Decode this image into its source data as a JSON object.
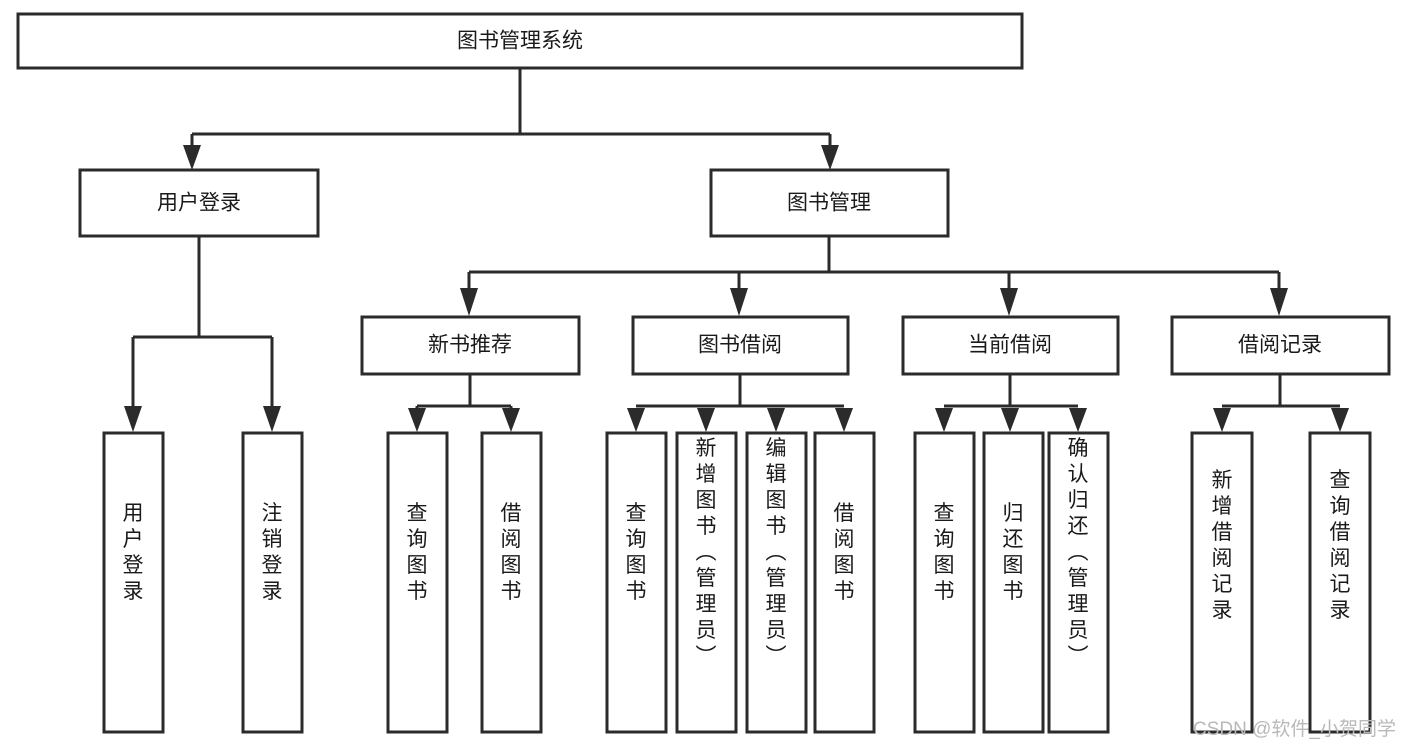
{
  "diagram": {
    "title": "图书管理系统",
    "type": "tree-hierarchy",
    "root": {
      "label": "图书管理系统"
    },
    "level2": [
      {
        "id": "user-login",
        "label": "用户登录"
      },
      {
        "id": "book-manage",
        "label": "图书管理"
      }
    ],
    "level3": [
      {
        "id": "new-book-recommend",
        "label": "新书推荐",
        "parent": "book-manage"
      },
      {
        "id": "book-borrow",
        "label": "图书借阅",
        "parent": "book-manage"
      },
      {
        "id": "current-borrow",
        "label": "当前借阅",
        "parent": "book-manage"
      },
      {
        "id": "borrow-record",
        "label": "借阅记录",
        "parent": "book-manage"
      }
    ],
    "leaves": [
      {
        "id": "leaf-user-login",
        "label": "用户登录",
        "parent": "user-login"
      },
      {
        "id": "leaf-user-logout",
        "label": "注销登录",
        "parent": "user-login"
      },
      {
        "id": "leaf-query-book-1",
        "label": "查询图书",
        "parent": "new-book-recommend"
      },
      {
        "id": "leaf-borrow-book-1",
        "label": "借阅图书",
        "parent": "new-book-recommend"
      },
      {
        "id": "leaf-query-book-2",
        "label": "查询图书",
        "parent": "book-borrow"
      },
      {
        "id": "leaf-add-book",
        "label": "新增图书（管理员）",
        "parent": "book-borrow"
      },
      {
        "id": "leaf-edit-book",
        "label": "编辑图书（管理员）",
        "parent": "book-borrow"
      },
      {
        "id": "leaf-borrow-book-2",
        "label": "借阅图书",
        "parent": "book-borrow"
      },
      {
        "id": "leaf-query-book-3",
        "label": "查询图书",
        "parent": "current-borrow"
      },
      {
        "id": "leaf-return-book",
        "label": "归还图书",
        "parent": "current-borrow"
      },
      {
        "id": "leaf-confirm-return",
        "label": "确认归还（管理员）",
        "parent": "current-borrow"
      },
      {
        "id": "leaf-add-record",
        "label": "新增借阅记录",
        "parent": "borrow-record"
      },
      {
        "id": "leaf-query-record",
        "label": "查询借阅记录",
        "parent": "borrow-record"
      }
    ],
    "colors": {
      "box_stroke": "#2b2b2b",
      "box_fill": "#ffffff",
      "text": "#1a1a1a",
      "background": "#ffffff",
      "watermark": "#b9b9b9"
    }
  },
  "watermark": {
    "text": "CSDN @软件_小贺同学"
  }
}
